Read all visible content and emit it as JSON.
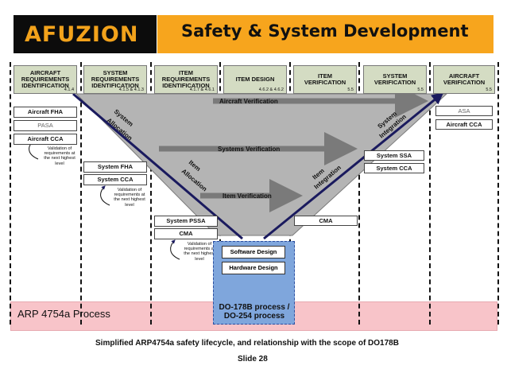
{
  "header": {
    "logo": "AFUZION",
    "title": "Safety & System Development"
  },
  "top_boxes": [
    {
      "label": "AIRCRAFT\nREQUIREMENTS\nIDENTIFICATION",
      "ref": "4.1.4"
    },
    {
      "label": "SYSTEM\nREQUIREMENTS\nIDENTIFICATION",
      "ref": "4.1.5 & 4.1.3"
    },
    {
      "label": "ITEM\nREQUIREMENTS\nIDENTIFICATION",
      "ref": "4.1.7 & 4.6.1"
    },
    {
      "label": "ITEM DESIGN",
      "ref": "4.6.2 & 4.6.2"
    },
    {
      "label": "ITEM\nVERIFICATION",
      "ref": "5.5"
    },
    {
      "label": "SYSTEM\nVERIFICATION",
      "ref": "5.5"
    },
    {
      "label": "AIRCRAFT\nVERIFICATION",
      "ref": "5.5"
    }
  ],
  "left_boxes": {
    "aircraft_fha": "Aircraft FHA",
    "pasa": "PASA",
    "aircraft_cca": "Aircraft CCA",
    "system_fha": "System FHA",
    "system_cca": "System CCA",
    "system_pssa": "System PSSA",
    "cma_left": "CMA"
  },
  "right_boxes": {
    "asa": "ASA",
    "aircraft_cca": "Aircraft CCA",
    "system_ssa": "System SSA",
    "system_cca": "System CCA",
    "cma": "CMA"
  },
  "notes": {
    "note1": "Validation of\nrequirements at\nthe next highest\nlevel",
    "note2": "Validation of\nrequirements at\nthe next highest\nlevel",
    "note3": "Validation of\nrequirements at\nthe next highest\nlevel"
  },
  "arrows": {
    "aircraft_verification": "Aircraft Verification",
    "systems_verification": "Systems Verification",
    "item_verification": "Item Verification",
    "system_allocation": "System Allocation",
    "item_allocation": "Item Allocation",
    "item_integration": "Item Integration",
    "system_integration": "System Integration"
  },
  "design": {
    "software": "Software Design",
    "hardware": "Hardware Design"
  },
  "process": {
    "arp": "ARP 4754a Process",
    "do": "DO-178B process / DO-254 process"
  },
  "caption": "Simplified ARP4754a safety lifecycle, and relationship with the scope of DO178B",
  "slide": "Slide  28",
  "colors": {
    "header_orange": "#f7a51d",
    "logo_black": "#0c0c0c",
    "box_green": "#d4dcc3",
    "v_gray": "#b4b4b4",
    "arp_pink": "#f8c4c9",
    "do_blue": "#7fa6dc",
    "path_navy": "#1a1a5e"
  }
}
